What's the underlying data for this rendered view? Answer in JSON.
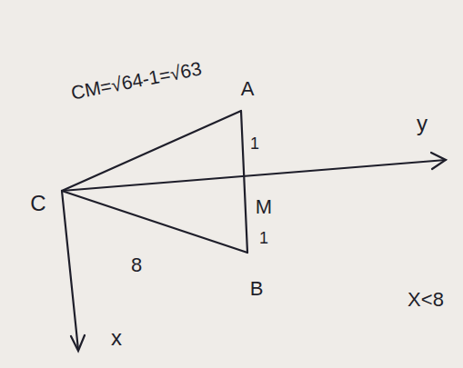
{
  "diagram": {
    "labels": [
      "CM=√64-1=√63",
      "A",
      "1",
      "M",
      "1",
      "B",
      "C",
      "8",
      "y",
      "x",
      "X<8"
    ]
  }
}
